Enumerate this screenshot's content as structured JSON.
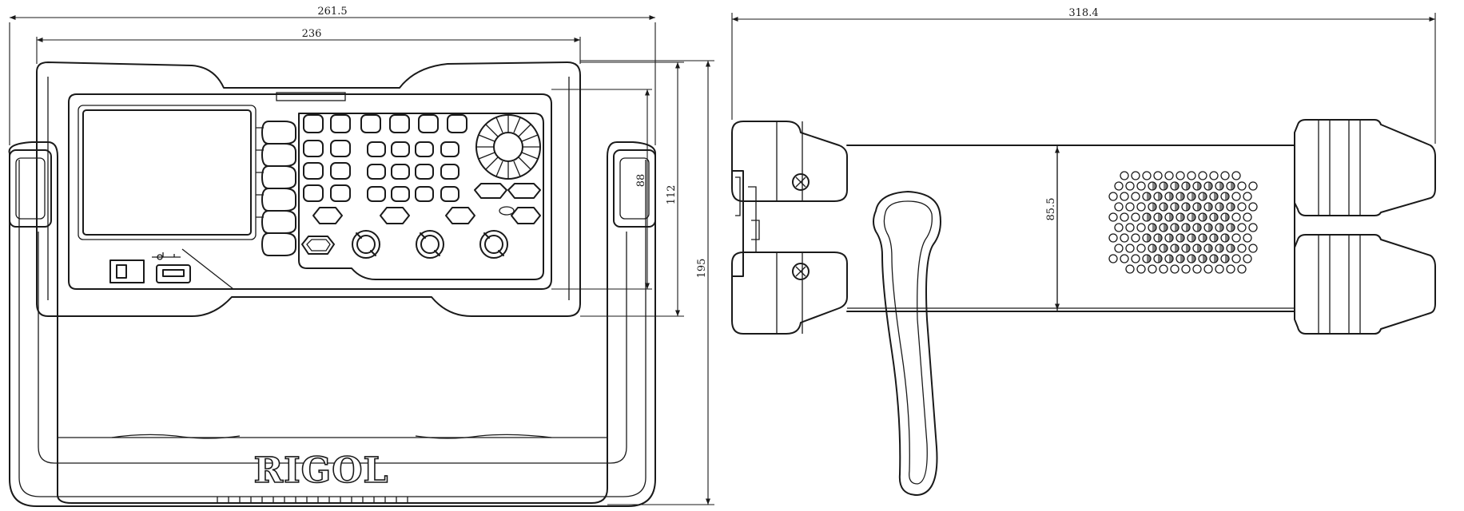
{
  "dimensions": {
    "front_total_width": "261.5",
    "front_panel_width": "236",
    "panel_height": "88",
    "body_height": "112",
    "total_height": "195",
    "side_depth": "318.4",
    "side_body_height": "85.5"
  },
  "brand": {
    "logo_text": "RIGOL"
  },
  "icons": {
    "usb": "usb-icon",
    "power": "power-switch-icon",
    "screw": "screw-icon"
  }
}
